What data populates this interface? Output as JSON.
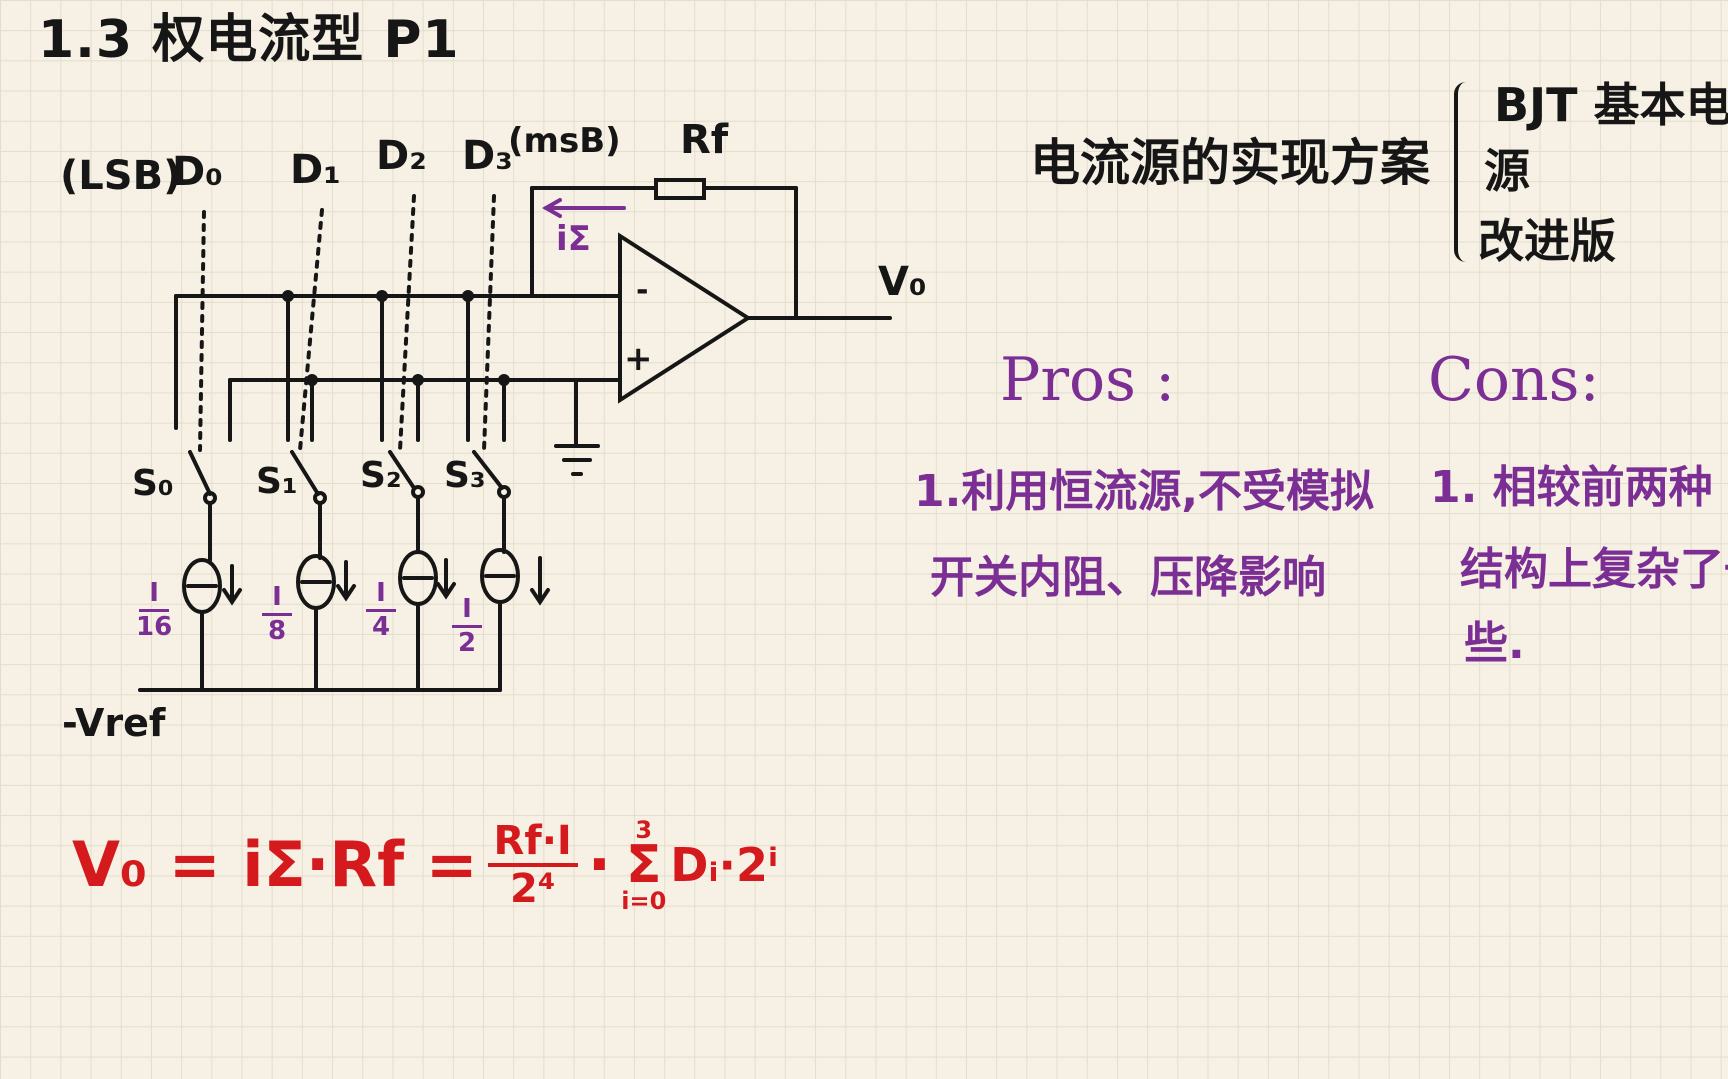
{
  "title": "1.3 权电流型 P1",
  "labels": {
    "lsb": "(LSB)",
    "msb": "(msB)",
    "d0": "D₀",
    "d1": "D₁",
    "d2": "D₂",
    "d3": "D₃",
    "rf": "Rf",
    "isigma": "iΣ",
    "vo": "V₀",
    "vref": "-Vref",
    "minus": "-",
    "plus": "+",
    "s0": "S₀",
    "s1": "S₁",
    "s2": "S₂",
    "s3": "S₃"
  },
  "currents": [
    {
      "num": "I",
      "den": "16"
    },
    {
      "num": "I",
      "den": "8"
    },
    {
      "num": "I",
      "den": "4"
    },
    {
      "num": "I",
      "den": "2"
    }
  ],
  "scheme": {
    "title": "电流源的实现方案",
    "options": [
      "BJT 基本电流",
      "源",
      "改进版"
    ]
  },
  "pros": {
    "title": "Pros :",
    "lines": [
      "1.利用恒流源,不受模拟",
      "开关内阻、压降影响"
    ]
  },
  "cons": {
    "title": "Cons:",
    "lines": [
      "1. 相较前两种",
      "结构上复杂了一",
      "些."
    ]
  },
  "formula": {
    "lhs": "V₀ = iΣ·Rf =",
    "num": "Rf·I",
    "den": "2⁴",
    "dot": "·",
    "sum_top": "3",
    "sum_sym": "Σ",
    "sum_bot": "i=0",
    "tail": "Dᵢ·2ⁱ"
  },
  "colors": {
    "ink": "#161616",
    "purple": "#7b2e93",
    "red": "#d41a1d",
    "paper": "#f6f1e4"
  }
}
